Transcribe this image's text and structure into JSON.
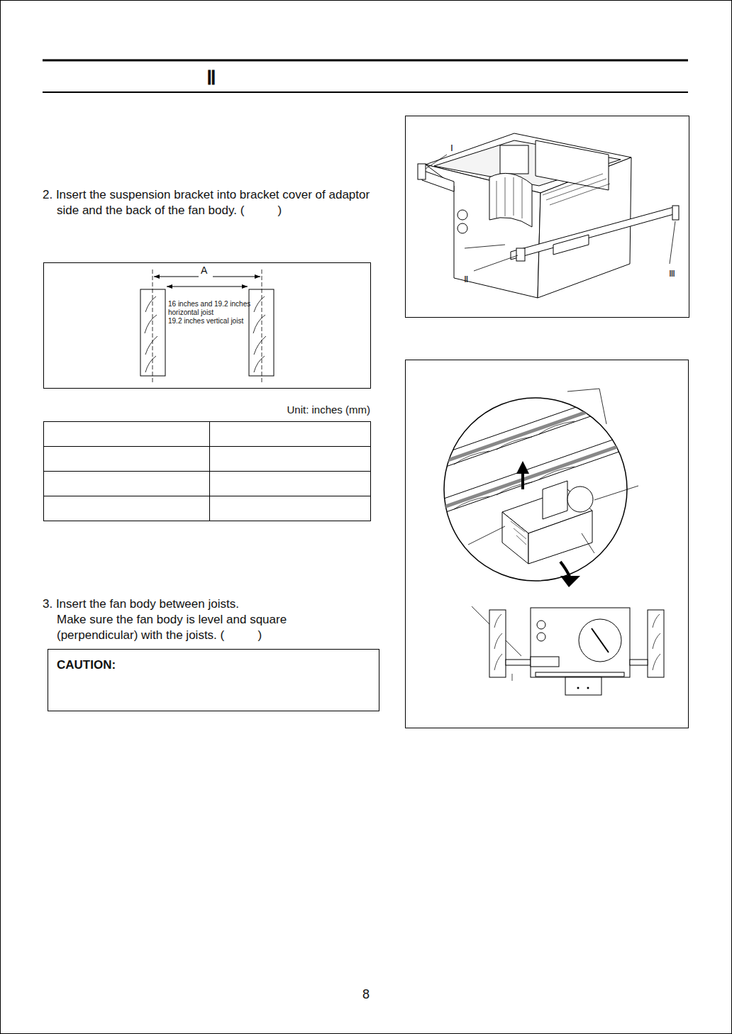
{
  "diagram": {
    "title": "Ⅱ",
    "nodes": [
      {
        "text": [
          "A",
          "16 inches and 19.2 inches horizontal joist",
          "19.2 inches vertical joist"
        ]
      },
      {
        "text": [
          "Ⅰ",
          "Ⅱ",
          "Ⅲ"
        ]
      },
      {
        "text": [
          "CAUTION:"
        ]
      }
    ],
    "labels": [
      "2. Insert the suspension bracket into bracket cover of adaptor side and the back of the fan body. (          )",
      "Unit: inches (mm)",
      "3. Insert the fan body between joists.",
      "Make sure the fan body is level and square (perpendicular) with the joists. (          )",
      "8"
    ]
  }
}
